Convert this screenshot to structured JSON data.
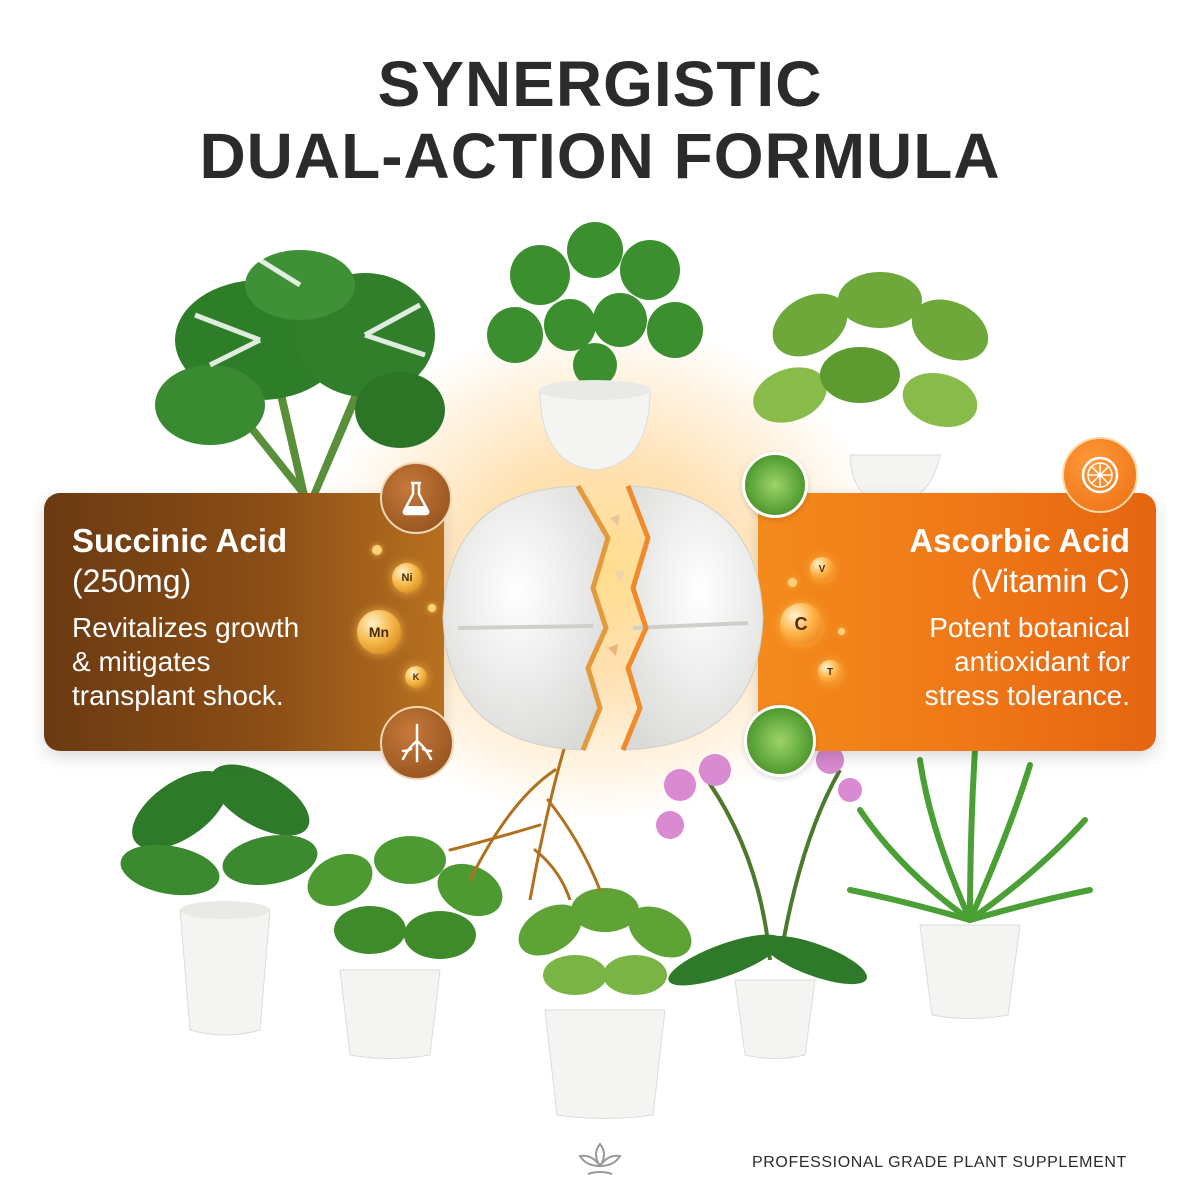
{
  "headline": {
    "line1": "SYNERGISTIC",
    "line2": "DUAL-ACTION FORMULA"
  },
  "left_panel": {
    "name": "Succinic Acid",
    "amount": "(250mg)",
    "desc_line1": "Revitalizes growth",
    "desc_line2": "& mitigates",
    "desc_line3": "transplant shock.",
    "top_icon": "lab-flask-icon",
    "bottom_icon": "roots-icon",
    "minerals": [
      "Ni",
      "Mn",
      "K"
    ]
  },
  "right_panel": {
    "name": "Ascorbic Acid",
    "amount": "(Vitamin C)",
    "desc_line1": "Potent botanical",
    "desc_line2": "antioxidant for",
    "desc_line3": "stress tolerance.",
    "top_icon": "citrus-slice-icon",
    "vitamins": [
      "C",
      "V",
      "T"
    ]
  },
  "footer": {
    "tagline": "PROFESSIONAL GRADE PLANT SUPPLEMENT",
    "logo_icon": "leaf-logo-icon"
  },
  "colors": {
    "title": "#2b2b2b",
    "left_panel": "#7a4314",
    "right_panel": "#f07a18",
    "leaf_green": "#3f8a2a",
    "pot_white": "#f4f4f2"
  }
}
